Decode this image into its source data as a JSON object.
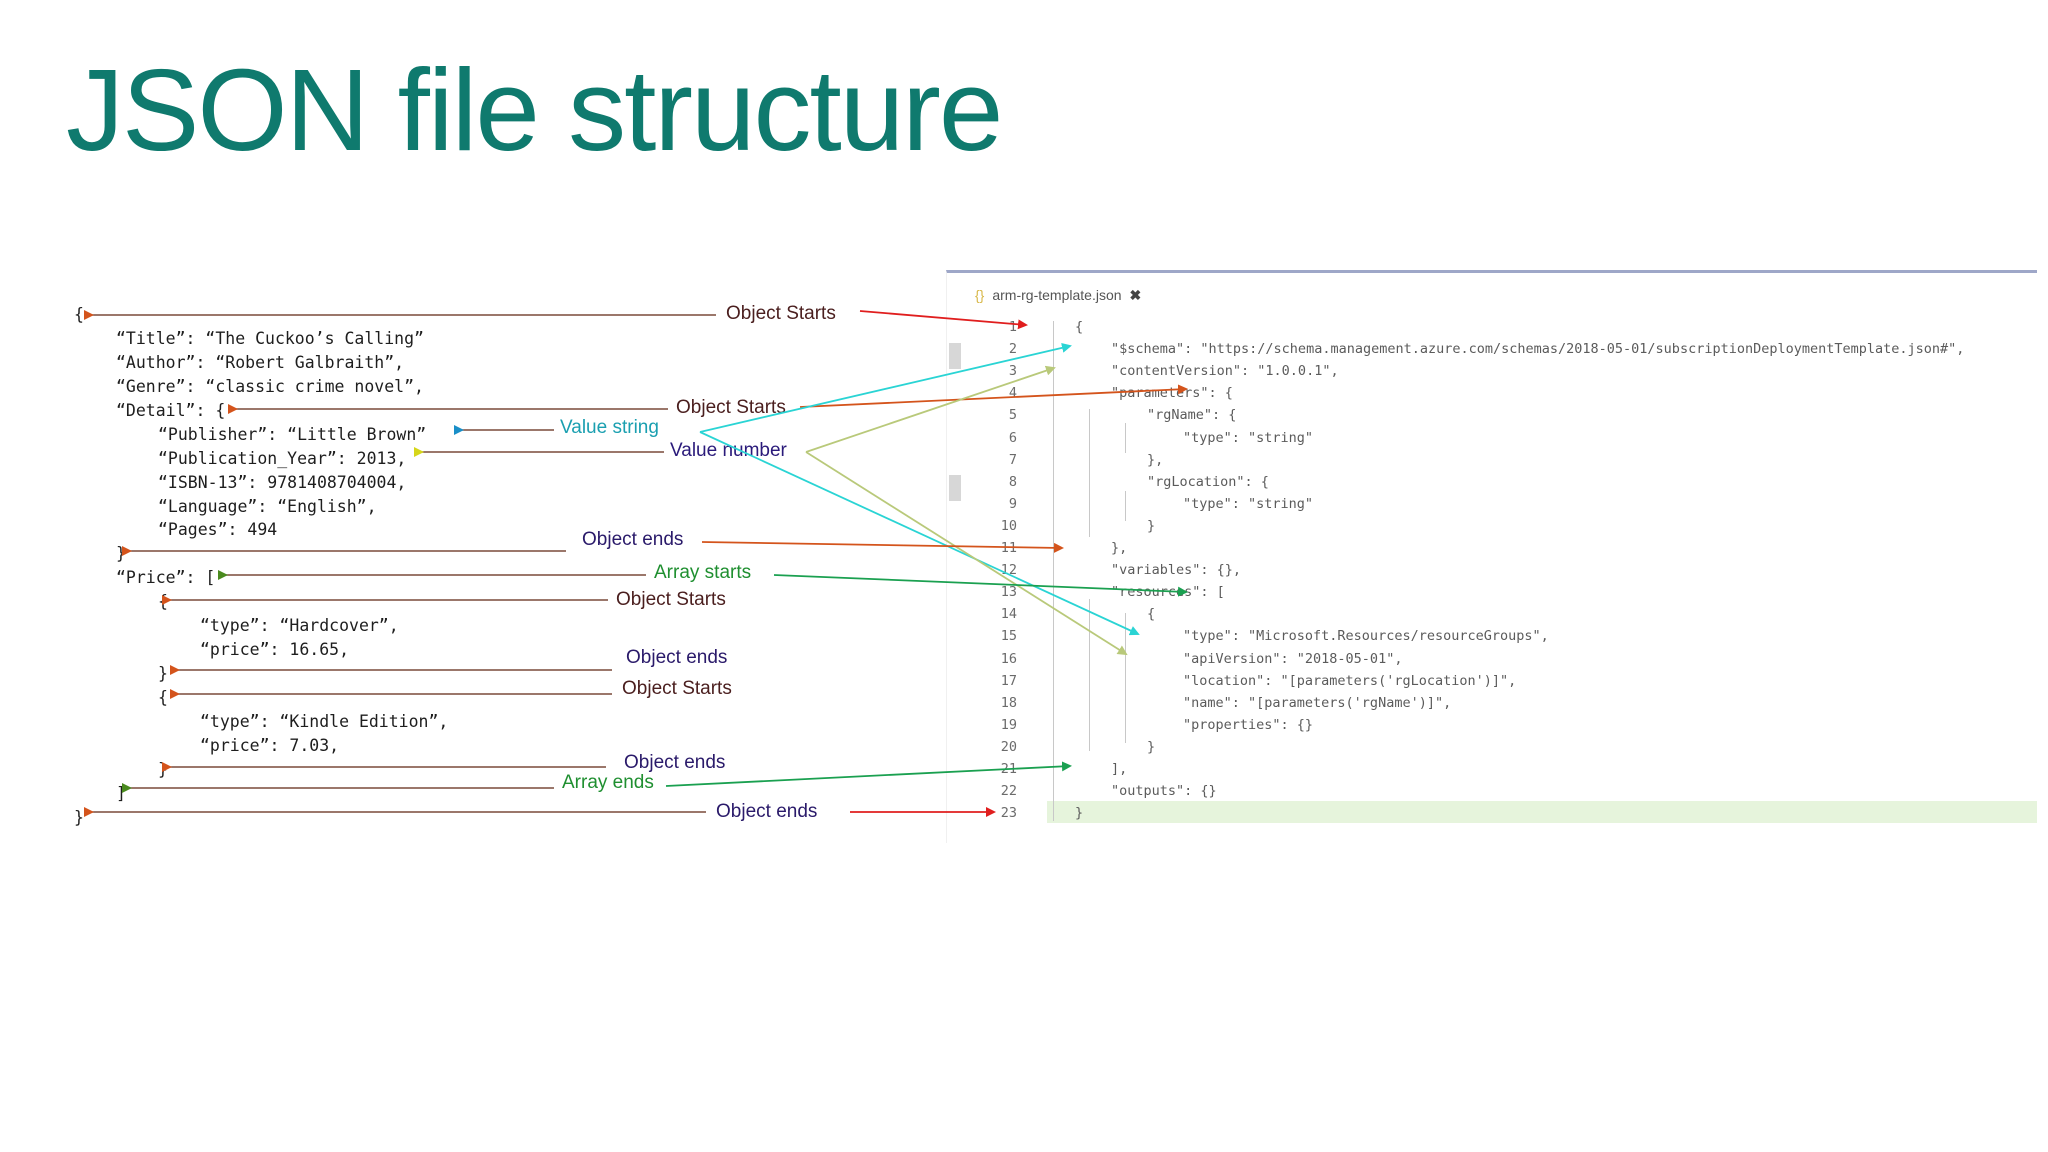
{
  "title": "JSON file structure",
  "code_lines": [
    "{",
    "“Title”: “The Cuckoo’s Calling”",
    "“Author”: “Robert Galbraith”,",
    "“Genre”: “classic crime novel”,",
    "“Detail”: {",
    "“Publisher”: “Little Brown”",
    "“Publication_Year”: 2013,",
    "“ISBN-13”: 9781408704004,",
    "“Language”: “English”,",
    "“Pages”: 494",
    "}",
    "“Price”: [",
    "{",
    "“type”: “Hardcover”,",
    "“price”: 16.65,",
    "}",
    "{",
    "“type”: “Kindle Edition”,",
    "“price”: 7.03,",
    "}",
    "]",
    "}"
  ],
  "labels": [
    {
      "text": "Object Starts",
      "color": "#4a1e1e"
    },
    {
      "text": "Object Starts",
      "color": "#4a1e1e"
    },
    {
      "text": "Value string",
      "color": "#1a9fb0"
    },
    {
      "text": "Value number",
      "color": "#2a1a7a"
    },
    {
      "text": "Object ends",
      "color": "#2a1a6a"
    },
    {
      "text": "Array starts",
      "color": "#1f8f30"
    },
    {
      "text": "Object Starts",
      "color": "#4a1e1e"
    },
    {
      "text": "Object ends",
      "color": "#2a1a6a"
    },
    {
      "text": "Object Starts",
      "color": "#4a1e1e"
    },
    {
      "text": "Object ends",
      "color": "#2a1a6a"
    },
    {
      "text": "Array ends",
      "color": "#1f8f30"
    },
    {
      "text": "Object ends",
      "color": "#2a1a6a"
    }
  ],
  "editor": {
    "tab_name": "arm-rg-template.json",
    "tab_close": "✖",
    "tab_icon": "{}",
    "line_numbers": [
      "1",
      "2",
      "3",
      "4",
      "5",
      "6",
      "7",
      "8",
      "9",
      "10",
      "11",
      "12",
      "13",
      "14",
      "15",
      "16",
      "17",
      "18",
      "19",
      "20",
      "21",
      "22",
      "23"
    ],
    "lines": [
      "{",
      "\"$schema\": \"https://schema.management.azure.com/schemas/2018-05-01/subscriptionDeploymentTemplate.json#\",",
      "\"contentVersion\": \"1.0.0.1\",",
      "\"parameters\": {",
      "\"rgName\": {",
      "\"type\": \"string\"",
      "},",
      "\"rgLocation\": {",
      "\"type\": \"string\"",
      "}",
      "},",
      "\"variables\": {},",
      "\"resources\": [",
      "{",
      "\"type\": \"Microsoft.Resources/resourceGroups\",",
      "\"apiVersion\": \"2018-05-01\",",
      "\"location\": \"[parameters('rgLocation')]\",",
      "\"name\": \"[parameters('rgName')]\",",
      "\"properties\": {}",
      "}",
      "],",
      "\"outputs\": {}",
      "}"
    ]
  },
  "colors": {
    "title": "#0f7a6e",
    "brace_arrow": "#d4541c",
    "green_arrow": "#4a8a1e",
    "blue_arrow": "#1a8fc8",
    "yellow_arrow": "#d6d61a",
    "red_arrow": "#e01e1e",
    "cyan_arrow": "#2ad4d4",
    "olive_arrow": "#b9c97a",
    "array_arrow": "#1aa050",
    "brown_line": "#7a4a3a"
  }
}
